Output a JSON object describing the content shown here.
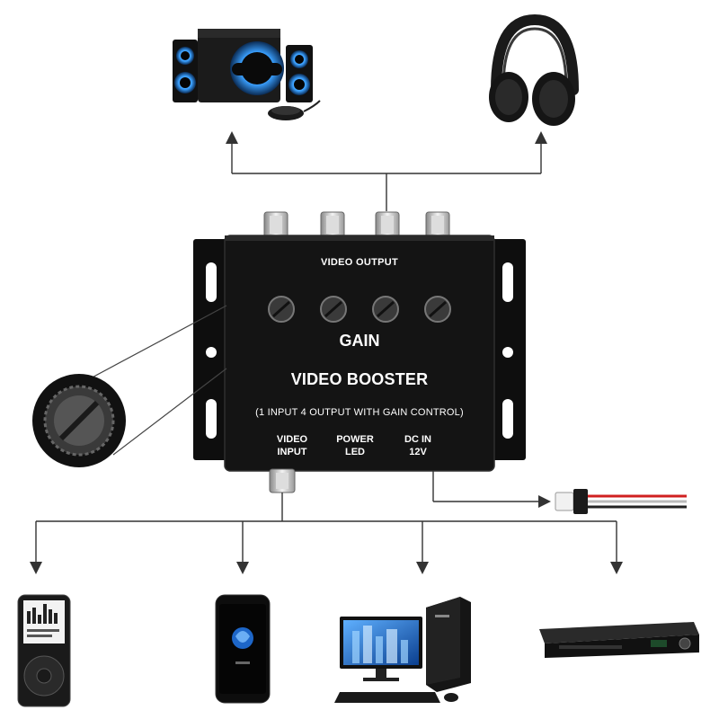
{
  "device": {
    "video_output_label": "VIDEO OUTPUT",
    "gain_label": "GAIN",
    "title": "VIDEO BOOSTER",
    "subtitle": "(1 INPUT 4 OUTPUT WITH GAIN CONTROL)",
    "ports": {
      "video_input": [
        "VIDEO",
        "INPUT"
      ],
      "power_led": [
        "POWER",
        "LED"
      ],
      "dc_in": [
        "DC IN",
        "12V"
      ]
    },
    "body_color": "#141414",
    "output_knob_count": 4,
    "rca_output_count": 4
  },
  "connected_devices": {
    "top": [
      "speaker-system-icon",
      "headphones-icon"
    ],
    "bottom": [
      "mp3-player-icon",
      "smartphone-icon",
      "desktop-computer-icon",
      "dvd-player-icon"
    ],
    "power": "dc-power-cable-icon"
  },
  "colors": {
    "line": "#333333",
    "speaker_glow": "#3aa0ff",
    "screen_blue": "#1d66c8",
    "cable_red": "#d02020"
  }
}
